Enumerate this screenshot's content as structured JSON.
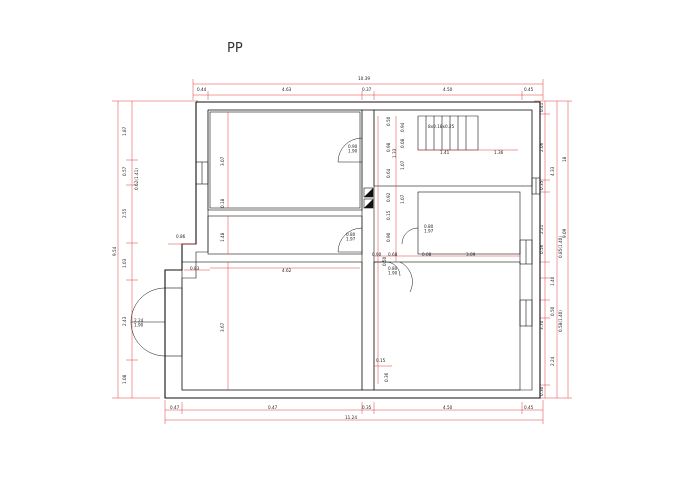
{
  "title": "PP",
  "top_dims": {
    "overall": "10.39",
    "segments": [
      "0.44",
      "4.63",
      "0.37",
      "4.50",
      "0.45"
    ]
  },
  "bottom_dims": {
    "overall": "11.24",
    "segments": [
      "0.47",
      "0.47",
      "0.35",
      "4.50",
      "0.45"
    ]
  },
  "left_dims": {
    "segments": [
      "1.87",
      "0.57",
      "2.55",
      "1.03",
      "2.43",
      "1.08"
    ],
    "extra": "0.62(1.41)",
    "overall": "9.54"
  },
  "right_dims": {
    "segments": [
      "0.41",
      "2.06",
      "0.35",
      "2.21",
      "0.56",
      "1.40",
      "0.50",
      "3.70",
      "2.24",
      "0.30"
    ],
    "extras": [
      "4.33",
      "0.85(1.40)",
      "0.58(1.40)"
    ],
    "totals": [
      "18",
      "9.09"
    ]
  },
  "room_labels": {
    "room1_height": "3.07",
    "room1_gap": "0.18",
    "room1_lower": "1.48",
    "room2_height": "3.67",
    "room2_width": "4.62",
    "room2_offset": "0.83",
    "side_step": "0.86",
    "left_door": "2.24\n1.90",
    "door1": "0.90\n1.90",
    "door2": "0.80\n1.97",
    "stair": "8x0.18x0.25",
    "stair_a": "1.41",
    "stair_b": "1.36",
    "core_1": "0.50",
    "core_2": "0.98",
    "core_3": "0.08",
    "core_4": "1.33",
    "core_5": "1.07",
    "core_6": "0.64",
    "core_7": "0.92",
    "core_8": "1.07",
    "core_9": "0.15",
    "core_10": "0.90",
    "core_11": "0.68",
    "core_12": "0.08",
    "core_13": "3.09",
    "core_14": "0.90",
    "core_15": "0.80\n1.97",
    "core_16": "0.80\n1.90",
    "core_17": "0.50",
    "core_18": "0.15",
    "core_19": "0.36",
    "core_20": "0.94"
  }
}
